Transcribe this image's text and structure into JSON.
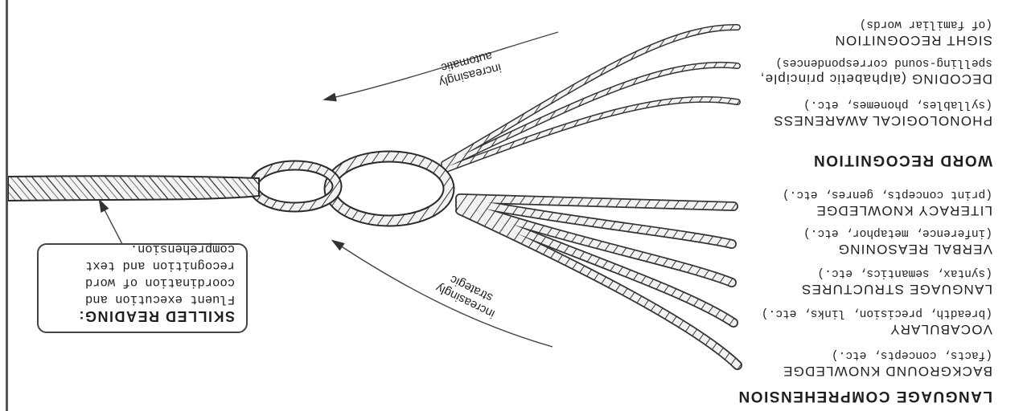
{
  "orientation": "upside-down (rotated 180°)",
  "colors": {
    "ink": "#1f1f1f",
    "paper": "#ffffff",
    "strand_light": "#f2f2f2",
    "frame": "#555555"
  },
  "language_comprehension": {
    "heading": "LANGUAGE COMPREHENSION",
    "arrow_label_1": "increasingly",
    "arrow_label_2": "strategic",
    "strands": [
      {
        "name": "BACKGROUND KNOWLEDGE",
        "detail": "(facts, concepts, etc.)"
      },
      {
        "name": "VOCABULARY",
        "detail": "(breadth, precision, links, etc.)"
      },
      {
        "name": "LANGUAGE STRUCTURES",
        "detail": "(syntax, semantics, etc.)"
      },
      {
        "name": "VERBAL REASONING",
        "detail": "(inference, metaphor, etc.)"
      },
      {
        "name": "LITERACY KNOWLEDGE",
        "detail": "(print concepts, genres, etc.)"
      }
    ]
  },
  "word_recognition": {
    "heading": "WORD RECOGNITION",
    "arrow_label_1": "increasingly",
    "arrow_label_2": "automatic",
    "strands": [
      {
        "name": "PHONOLOGICAL AWARENESS",
        "detail": "(syllables, phonemes, etc.)"
      },
      {
        "name": "DECODING (alphabetic principle,",
        "detail": "spelling-sound correspondences)"
      },
      {
        "name": "SIGHT RECOGNITION",
        "detail": "(of familiar words)"
      }
    ]
  },
  "skilled_reading": {
    "title": "SKILLED READING:",
    "lines": [
      "Fluent execution and",
      "coordination of word",
      "recognition and text",
      "comprehension."
    ]
  }
}
